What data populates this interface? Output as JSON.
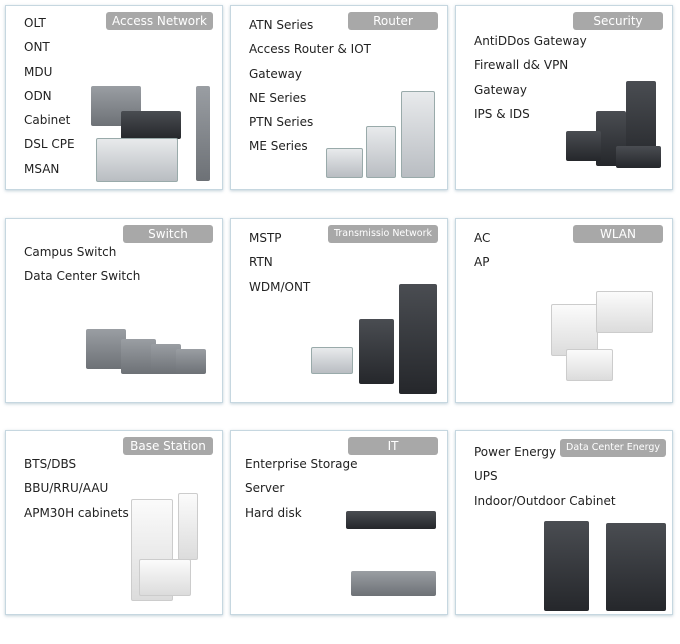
{
  "cards": [
    {
      "badge": "Access Network",
      "items": [
        "OLT",
        "ONT",
        "MDU",
        "ODN",
        "Cabinet",
        "DSL CPE",
        "MSAN"
      ]
    },
    {
      "badge": "Router",
      "items": [
        "ATN Series",
        "Access Router & IOT",
        "Gateway",
        "NE Series",
        "PTN Series",
        "ME Series"
      ]
    },
    {
      "badge": "Security",
      "items": [
        "AntiDDos Gateway",
        "Firewall d& VPN",
        "Gateway",
        "IPS & IDS"
      ]
    },
    {
      "badge": "Switch",
      "items": [
        "Campus Switch",
        "Data Center Switch"
      ]
    },
    {
      "badge": "Transmissio Network",
      "items": [
        "MSTP",
        "RTN",
        "WDM/ONT"
      ]
    },
    {
      "badge": "WLAN",
      "items": [
        "AC",
        "AP"
      ]
    },
    {
      "badge": "Base Station",
      "items": [
        "BTS/DBS",
        "BBU/RRU/AAU",
        "APM30H cabinets"
      ]
    },
    {
      "badge": "IT",
      "items": [
        "Enterprise Storage",
        "Server",
        "Hard disk"
      ]
    },
    {
      "badge": "Data Center Energy",
      "items": [
        "Power Energy",
        "UPS",
        "Indoor/Outdoor Cabinet"
      ]
    }
  ],
  "colors": {
    "badge": "#a8a8a8",
    "border": "#c6d7e0"
  }
}
